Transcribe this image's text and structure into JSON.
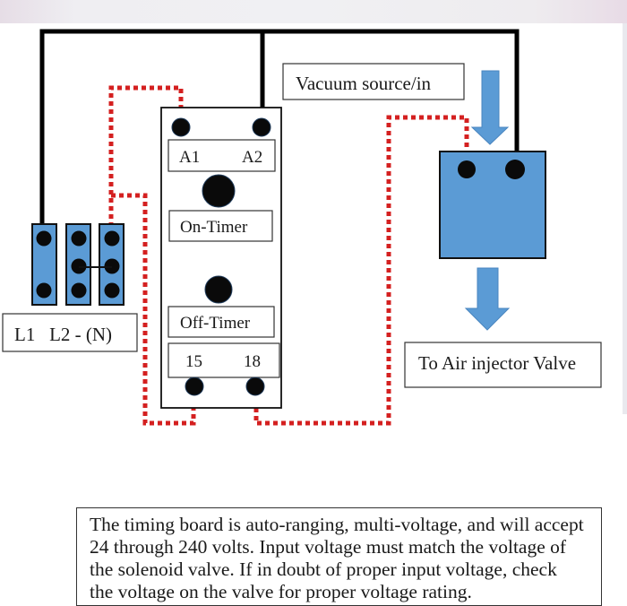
{
  "diagram": {
    "title": "Timing board wiring diagram",
    "colors": {
      "power_wire": "#000000",
      "signal_wire": "#d42020",
      "terminal_fill": "#5b9bd5",
      "valve_fill": "#5b9bd5",
      "arrow_fill": "#5b9bd5",
      "contact": "#0a0a0a"
    },
    "labels": {
      "vacuum_source": "Vacuum source/in",
      "air_injector": "To Air injector Valve",
      "terminal_block": "L1   L2 - (N)",
      "a1": "A1",
      "a2": "A2",
      "on_timer": "On-Timer",
      "off_timer": "Off-Timer",
      "t15": "15",
      "t18": "18"
    },
    "components": {
      "terminal_blocks": [
        {
          "name": "L1",
          "contacts": 2
        },
        {
          "name": "L2",
          "contacts": 3
        },
        {
          "name": "N",
          "contacts": 3
        }
      ],
      "timing_board": {
        "terminals": [
          "A1",
          "A2",
          "15",
          "18"
        ],
        "knobs": [
          "On-Timer",
          "Off-Timer"
        ]
      },
      "solenoid_valve": {
        "contacts": 2
      }
    },
    "connections": [
      {
        "from": "L1",
        "to": "A2",
        "type": "power_wire"
      },
      {
        "from": "A2",
        "to": "solenoid_valve.right",
        "type": "power_wire"
      },
      {
        "from": "N",
        "to": "A1",
        "type": "signal_wire"
      },
      {
        "from": "N",
        "to": "15",
        "type": "signal_wire"
      },
      {
        "from": "18",
        "to": "solenoid_valve.left",
        "type": "signal_wire"
      },
      {
        "from": "L2",
        "to": "N",
        "type": "jumper"
      }
    ]
  },
  "note": {
    "lines": [
      "The timing board is auto-ranging, multi-voltage, and will accept",
      "24 through 240 volts. Input voltage must match the voltage of",
      "the solenoid valve. If in doubt of proper input voltage, check",
      "the voltage on the valve for proper voltage rating."
    ]
  }
}
